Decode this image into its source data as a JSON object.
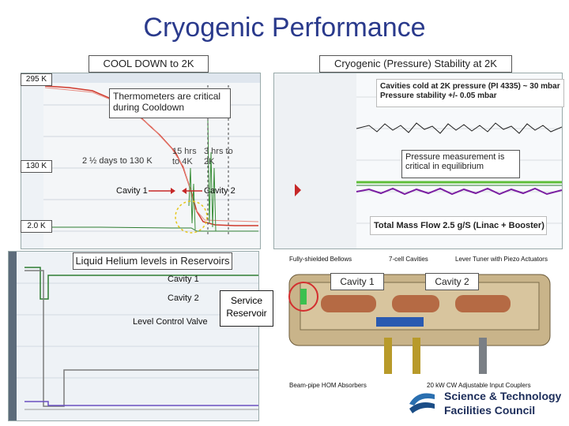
{
  "title": "Cryogenic Performance",
  "cooldown": {
    "label": "COOL DOWN to 2K",
    "temp_295": "295 K",
    "temp_130": "130 K",
    "temp_2": "2.0 K",
    "annotation": "Thermometers are critical during Cooldown",
    "days_label": "2 ½ days to 130 K",
    "hrs4_label": "15 hrs to 4K",
    "hrs2_label": "3 hrs to 2K",
    "cavity1": "Cavity 1",
    "cavity2": "Cavity 2"
  },
  "stability": {
    "label": "Cryogenic (Pressure) Stability at 2K",
    "pressure_line1": "Cavities cold at 2K pressure (PI 4335) ~ 30 mbar",
    "pressure_line2": "Pressure stability   +/- 0.05 mbar",
    "note": "Pressure measurement is critical in equilibrium",
    "massflow": "Total Mass Flow 2.5 g/S (Linac + Booster)"
  },
  "helium": {
    "label": "Liquid Helium levels in Reservoirs",
    "cavity1": "Cavity 1",
    "cavity2": "Cavity 2",
    "level_control": "Level Control Valve",
    "service": "Service Reservoir"
  },
  "cryomodule": {
    "bellows": "Fully-shielded Bellows",
    "cavities": "7-cell Cavities",
    "tuner": "Lever Tuner with Piezo Actuators",
    "cavity1": "Cavity 1",
    "cavity2": "Cavity 2",
    "hom": "Beam-pipe HOM Absorbers",
    "couplers": "20 kW CW Adjustable Input Couplers"
  },
  "logo": {
    "line1": "Science & Technology",
    "line2": "Facilities Council"
  }
}
